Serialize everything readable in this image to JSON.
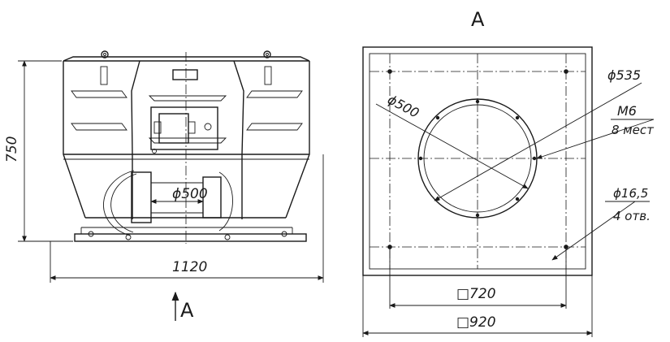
{
  "front_view": {
    "dim_height": "750",
    "dim_width": "1120",
    "dim_inlet": "ϕ500",
    "view_arrow_label": "A"
  },
  "section_view": {
    "title": "A",
    "dim_outer_circle": "ϕ535",
    "dim_inner_circle": "ϕ500",
    "bolt_size": "M6",
    "bolt_count": "8 мест",
    "hole_size": "ϕ16,5",
    "hole_count": "4 отв.",
    "dim_inner_square": "□720",
    "dim_outer_square": "□920"
  }
}
